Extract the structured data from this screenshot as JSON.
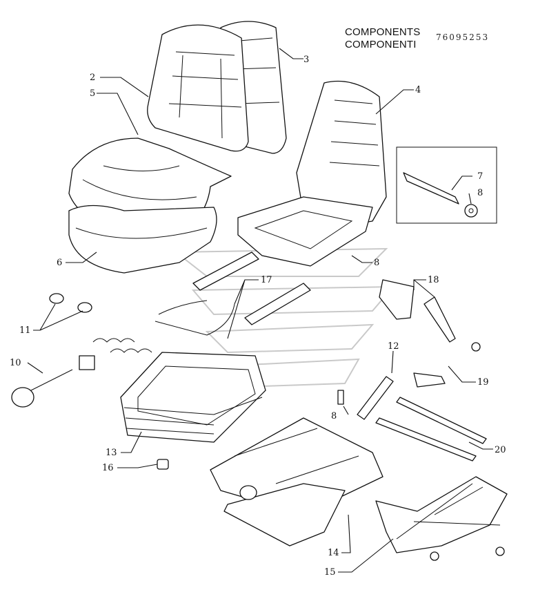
{
  "title_lines": [
    "COMPONENTS",
    "COMPONENTI"
  ],
  "drawing_code": "76095253",
  "callouts": [
    "2",
    "3",
    "4",
    "5",
    "6",
    "7",
    "8",
    "8",
    "8",
    "10",
    "11",
    "12",
    "13",
    "14",
    "15",
    "16",
    "17",
    "18",
    "19",
    "20"
  ]
}
